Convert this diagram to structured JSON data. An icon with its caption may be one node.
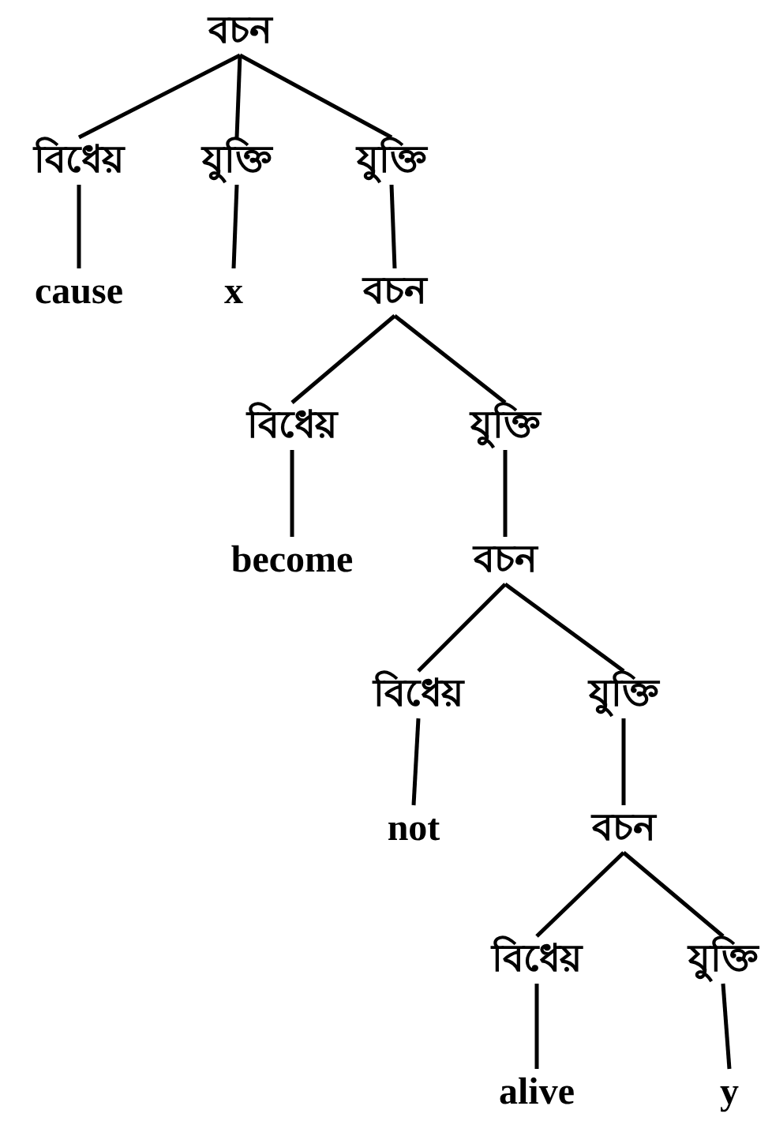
{
  "diagram": {
    "nodes": [
      {
        "text": [
          "বচন"
        ]
      },
      {
        "text": [
          "বিধেয়"
        ]
      },
      {
        "text": [
          "যুক্তি"
        ]
      },
      {
        "text": [
          "যুক্তি"
        ]
      },
      {
        "text": [
          "cause"
        ]
      },
      {
        "text": [
          "x"
        ]
      },
      {
        "text": [
          "বচন"
        ]
      },
      {
        "text": [
          "বিধেয়"
        ]
      },
      {
        "text": [
          "যুক্তি"
        ]
      },
      {
        "text": [
          "become"
        ]
      },
      {
        "text": [
          "বচন"
        ]
      },
      {
        "text": [
          "বিধেয়"
        ]
      },
      {
        "text": [
          "যুক্তি"
        ]
      },
      {
        "text": [
          "not"
        ]
      },
      {
        "text": [
          "বচন"
        ]
      },
      {
        "text": [
          "বিধেয়"
        ]
      },
      {
        "text": [
          "যুক্তি"
        ]
      },
      {
        "text": [
          "alive"
        ]
      },
      {
        "text": [
          "y"
        ]
      }
    ],
    "edges": [
      {
        "from": 0,
        "to": 1,
        "arrow": "none"
      },
      {
        "from": 0,
        "to": 2,
        "arrow": "none"
      },
      {
        "from": 0,
        "to": 3,
        "arrow": "none"
      },
      {
        "from": 1,
        "to": 4,
        "arrow": "none"
      },
      {
        "from": 2,
        "to": 5,
        "arrow": "none"
      },
      {
        "from": 3,
        "to": 6,
        "arrow": "none"
      },
      {
        "from": 6,
        "to": 7,
        "arrow": "none"
      },
      {
        "from": 6,
        "to": 8,
        "arrow": "none"
      },
      {
        "from": 7,
        "to": 9,
        "arrow": "none"
      },
      {
        "from": 8,
        "to": 10,
        "arrow": "none"
      },
      {
        "from": 10,
        "to": 11,
        "arrow": "none"
      },
      {
        "from": 10,
        "to": 12,
        "arrow": "none"
      },
      {
        "from": 11,
        "to": 13,
        "arrow": "none"
      },
      {
        "from": 12,
        "to": 14,
        "arrow": "none"
      },
      {
        "from": 14,
        "to": 15,
        "arrow": "none"
      },
      {
        "from": 14,
        "to": 16,
        "arrow": "none"
      },
      {
        "from": 15,
        "to": 17,
        "arrow": "none"
      },
      {
        "from": 16,
        "to": 18,
        "arrow": "none"
      }
    ]
  }
}
